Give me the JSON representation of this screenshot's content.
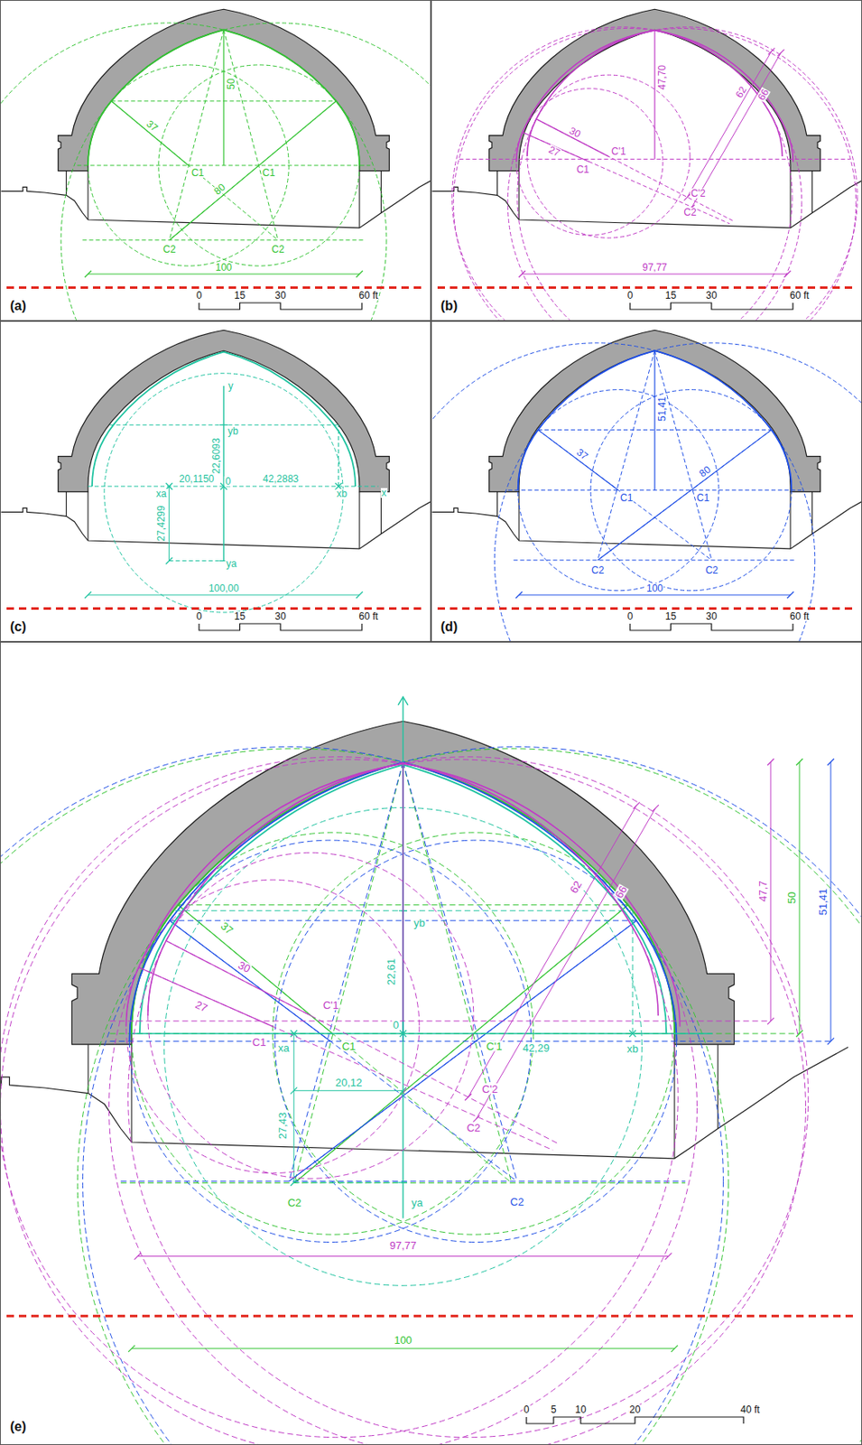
{
  "diagram": {
    "labels": [
      "37",
      "50",
      "C1",
      "C1",
      "80",
      "C2",
      "C2",
      "100",
      "(a)",
      "0",
      "15",
      "30",
      "60 ft",
      "47,70",
      "30",
      "27",
      "C'1",
      "C1",
      "62",
      "66",
      "C'2",
      "C2",
      "97,77",
      "(b)",
      "0",
      "15",
      "30",
      "60 ft",
      "y",
      "yb",
      "22,6093",
      "20,1150",
      "42,2883",
      "xa",
      "0",
      "xb",
      "x",
      "27,4299",
      "ya",
      "100,00",
      "(c)",
      "0",
      "15",
      "30",
      "60 ft",
      "51,41",
      "37",
      "C1",
      "C1",
      "80",
      "C2",
      "C2",
      "100",
      "(d)",
      "0",
      "15",
      "30",
      "60 ft",
      "47,7",
      "50",
      "51,41",
      "yb",
      "22,61",
      "37",
      "27",
      "30",
      "C'1",
      "C1",
      "C1",
      "0",
      "C'1",
      "62",
      "66",
      "xa",
      "42,29",
      "xb",
      "20,12",
      "27,43",
      "C'2",
      "C2",
      "ya",
      "C2",
      "C2",
      "97,77",
      "100",
      "(e)",
      "0",
      "5",
      "10",
      "20",
      "40 ft"
    ]
  }
}
